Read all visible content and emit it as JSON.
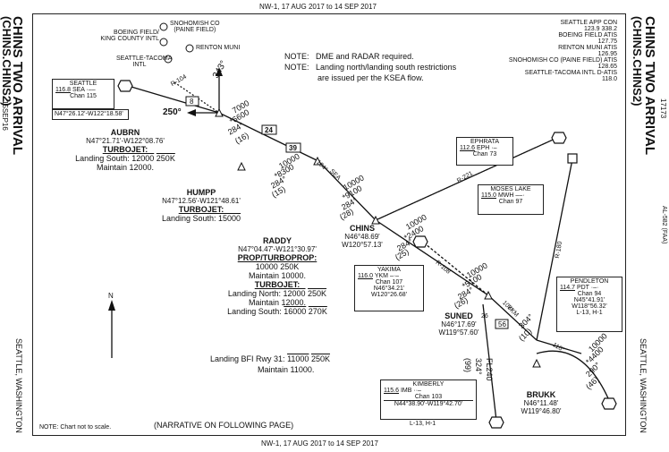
{
  "header": {
    "top_line": "NW-1, 17 AUG 2017 to 14 SEP 2017"
  },
  "footer": {
    "bottom_line": "NW-1,  17 AUG 2017  to  14 SEP 2017"
  },
  "left_margin": {
    "title": "CHINS TWO ARRIVAL",
    "code": "(CHINS.CHINS2)",
    "date": "15SEP16",
    "city": "SEATTLE, WASHINGTON"
  },
  "right_margin": {
    "title": "CHINS TWO ARRIVAL",
    "code": "(CHINS.CHINS2)",
    "number": "17173",
    "ref": "AL-582 (FAA)",
    "city": "SEATTLE, WASHINGTON"
  },
  "notes": {
    "note1_label": "NOTE:",
    "note1_text": "DME and RADAR required.",
    "note2_label": "NOTE:",
    "note2_text": "Landing north/landing south restrictions",
    "note2_text2": "are issued per the KSEA flow.",
    "scale_note": "NOTE:  Chart not to scale.",
    "narrative": "(NARRATIVE ON FOLLOWING PAGE)"
  },
  "comms": [
    {
      "label": "SEATTLE APP CON",
      "freq": "123.9  338.2"
    },
    {
      "label": "BOEING FIELD ATIS",
      "freq": "127.75"
    },
    {
      "label": "RENTON MUNI ATIS",
      "freq": "126.95"
    },
    {
      "label": "SNOHOMISH CO (PAINE FIELD) ATIS",
      "freq": "128.65"
    },
    {
      "label": "SEATTLE-TACOMA INTL D-ATIS",
      "freq": "118.0"
    }
  ],
  "airports": {
    "snohomish": "SNOHOMISH CO",
    "snohomish2": "(PAINE FIELD)",
    "boeing": "BOEING FIELD/",
    "boeing2": "KING COUNTY INTL",
    "renton": "RENTON MUNI",
    "seatac": "SEATTLE-TACOMA",
    "seatac2": "INTL"
  },
  "navaids": {
    "seattle": {
      "name": "SEATTLE",
      "freq": "116.8",
      "id": "SEA",
      "chan": "Chan 115",
      "coords": "N47°26.12'-W122°18.58'"
    },
    "ephrata": {
      "name": "EPHRATA",
      "freq": "112.6",
      "id": "EPH",
      "chan": "Chan 73"
    },
    "moses": {
      "name": "MOSES LAKE",
      "freq": "115.0",
      "id": "MWH",
      "chan": "Chan 97"
    },
    "yakima": {
      "name": "YAKIMA",
      "freq": "116.0",
      "id": "YKM",
      "chan": "Chan 107",
      "coords1": "N46°34.21'",
      "coords2": "W120°26.68'"
    },
    "pendleton": {
      "name": "PENDLETON",
      "freq": "114.7",
      "id": "PDT",
      "chan": "Chan 94",
      "coords1": "N45°41.91'",
      "coords2": "W118°56.32'",
      "class": "L-13, H-1"
    },
    "kimberly": {
      "name": "KIMBERLY",
      "freq": "115.6",
      "id": "IMB",
      "chan": "Chan 103",
      "coords": "N44°38.90'-W119°42.70'",
      "class": "L-13, H-1"
    }
  },
  "fixes": {
    "aubrn": {
      "name": "AUBRN",
      "coords": "N47°21.71'-W122°08.76'",
      "tj_label": "TURBOJET:",
      "ls_label": "Landing South:",
      "alt": "12000",
      "spd": "250K",
      "maintain": "Maintain 12000."
    },
    "humpp": {
      "name": "HUMPP",
      "coords": "N47°12.56'-W121°48.61'",
      "tj_label": "TURBOJET:",
      "ls_label": "Landing South:",
      "alt": "15000"
    },
    "raddy": {
      "name": "RADDY",
      "coords": "N47°04.47'-W121°30.97'",
      "prop_label": "PROP/TURBOPROP:",
      "prop_alt": "10000",
      "prop_spd": "250K",
      "prop_maintain": "Maintain 10000.",
      "tj_label": "TURBOJET:",
      "ln_label": "Landing North:",
      "ln_alt": "12000",
      "ln_spd": "250K",
      "ln_maintain": "Maintain 12000.",
      "ls_label": "Landing South:",
      "ls_alt": "16000",
      "ls_spd": "270K",
      "bfi_label": "Landing BFI Rwy 31:",
      "bfi_alt": "11000",
      "bfi_spd": "250K",
      "bfi_maintain": "Maintain 11000."
    },
    "chins": {
      "name": "CHINS",
      "coords1": "N46°48.69'",
      "coords2": "W120°57.13'"
    },
    "suned": {
      "name": "SUNED",
      "coords1": "N46°17.69'",
      "coords2": "W119°57.60'"
    },
    "brukk": {
      "name": "BRUKK",
      "coords1": "N46°11.48'",
      "coords2": "W119°46.80'"
    }
  },
  "segments": {
    "s1": {
      "alt1": "7000",
      "alt2": "*6600",
      "crs": "284°",
      "dist": "(16)",
      "box": "24"
    },
    "s2": {
      "alt1": "10000",
      "alt2": "*8300",
      "crs": "284°",
      "dist": "(15)",
      "box": "39"
    },
    "s3": {
      "alt1": "10000",
      "alt2": "*9100",
      "crs": "284°",
      "dist": "(28)"
    },
    "s4": {
      "alt1": "10000",
      "alt2": "*2400",
      "crs": "284°",
      "dist": "(25)"
    },
    "s5": {
      "alt1": "10000",
      "alt2": "*5100",
      "crs": "284°",
      "dist": "(26)"
    },
    "s6": {
      "crs": "304°",
      "dist": "(10)"
    },
    "s7": {
      "alt1": "10000",
      "alt2": "*4400",
      "crs": "290°",
      "dist": "(46)"
    },
    "s8": {
      "crs": "324°",
      "dist": "(99)",
      "fl": "FL240"
    },
    "misc": {
      "r104": "R-104",
      "hdg343": "343°",
      "hdg250": "250°",
      "box8": "8",
      "r221": "R-221",
      "r108": "R-108",
      "r180": "R-180",
      "r110": "110°",
      "r104b": "104°",
      "sea": "SEA",
      "ykm": "YKM",
      "box56": "56",
      "box26": "26",
      "box108": "108°",
      "north": "N"
    }
  }
}
